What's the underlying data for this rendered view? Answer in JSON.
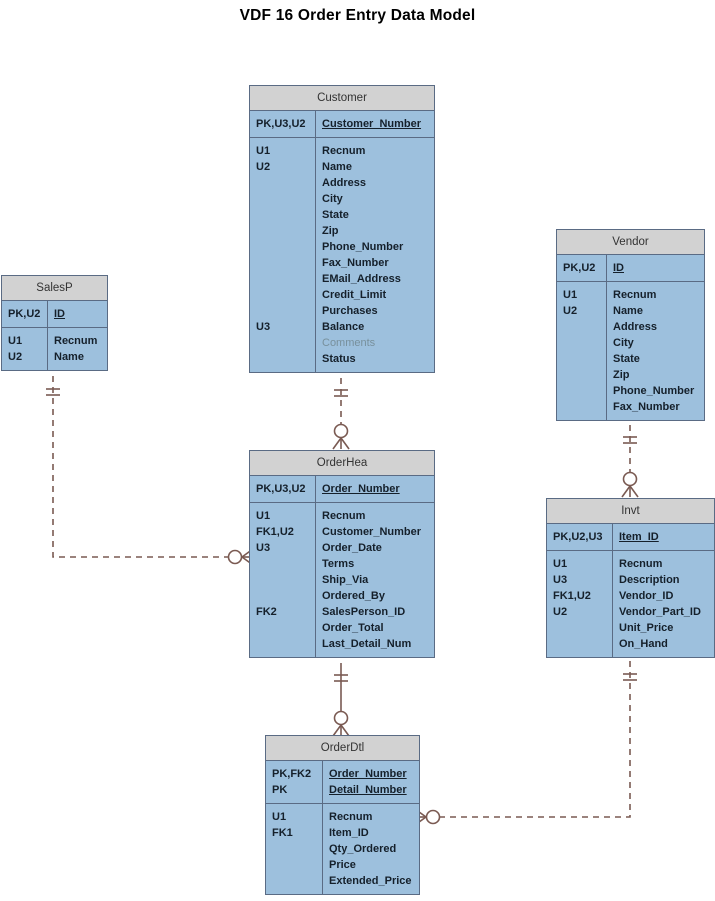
{
  "title": "VDF  16 Order Entry Data Model",
  "colors": {
    "entity_body": "#9dc0dd",
    "entity_header": "#d2d2d2",
    "entity_border": "#5a6b84",
    "connector": "#7a5a52",
    "text": "#15202b",
    "dim_text": "#78909c"
  },
  "entities": [
    {
      "id": "salesp",
      "name": "SalesP",
      "keys": [
        {
          "tag": "PK,U2",
          "attr": "ID"
        }
      ],
      "attributes": [
        {
          "tag": "U1",
          "attr": "Recnum"
        },
        {
          "tag": "U2",
          "attr": "Name"
        }
      ]
    },
    {
      "id": "customer",
      "name": "Customer",
      "keys": [
        {
          "tag": "PK,U3,U2",
          "attr": "Customer_Number"
        }
      ],
      "attributes": [
        {
          "tag": "U1",
          "attr": "Recnum"
        },
        {
          "tag": "U2",
          "attr": "Name"
        },
        {
          "tag": "",
          "attr": "Address"
        },
        {
          "tag": "",
          "attr": "City"
        },
        {
          "tag": "",
          "attr": "State"
        },
        {
          "tag": "",
          "attr": "Zip"
        },
        {
          "tag": "",
          "attr": "Phone_Number"
        },
        {
          "tag": "",
          "attr": "Fax_Number"
        },
        {
          "tag": "",
          "attr": "EMail_Address"
        },
        {
          "tag": "",
          "attr": "Credit_Limit"
        },
        {
          "tag": "",
          "attr": "Purchases"
        },
        {
          "tag": "U3",
          "attr": "Balance"
        },
        {
          "tag": "",
          "attr": "Comments",
          "dim": true
        },
        {
          "tag": "",
          "attr": "Status"
        }
      ]
    },
    {
      "id": "vendor",
      "name": "Vendor",
      "keys": [
        {
          "tag": "PK,U2",
          "attr": "ID"
        }
      ],
      "attributes": [
        {
          "tag": "U1",
          "attr": "Recnum"
        },
        {
          "tag": "U2",
          "attr": "Name"
        },
        {
          "tag": "",
          "attr": "Address"
        },
        {
          "tag": "",
          "attr": "City"
        },
        {
          "tag": "",
          "attr": "State"
        },
        {
          "tag": "",
          "attr": "Zip"
        },
        {
          "tag": "",
          "attr": "Phone_Number"
        },
        {
          "tag": "",
          "attr": "Fax_Number"
        }
      ]
    },
    {
      "id": "orderhea",
      "name": "OrderHea",
      "keys": [
        {
          "tag": "PK,U3,U2",
          "attr": "Order_Number"
        }
      ],
      "attributes": [
        {
          "tag": "U1",
          "attr": "Recnum"
        },
        {
          "tag": "FK1,U2",
          "attr": "Customer_Number"
        },
        {
          "tag": "U3",
          "attr": "Order_Date"
        },
        {
          "tag": "",
          "attr": "Terms"
        },
        {
          "tag": "",
          "attr": "Ship_Via"
        },
        {
          "tag": "",
          "attr": "Ordered_By"
        },
        {
          "tag": "FK2",
          "attr": "SalesPerson_ID"
        },
        {
          "tag": "",
          "attr": "Order_Total"
        },
        {
          "tag": "",
          "attr": "Last_Detail_Num"
        }
      ]
    },
    {
      "id": "invt",
      "name": "Invt",
      "keys": [
        {
          "tag": "PK,U2,U3",
          "attr": "Item_ID"
        }
      ],
      "attributes": [
        {
          "tag": "U1",
          "attr": "Recnum"
        },
        {
          "tag": "U3",
          "attr": "Description"
        },
        {
          "tag": "FK1,U2",
          "attr": "Vendor_ID"
        },
        {
          "tag": "U2",
          "attr": "Vendor_Part_ID"
        },
        {
          "tag": "",
          "attr": "Unit_Price"
        },
        {
          "tag": "",
          "attr": "On_Hand"
        }
      ]
    },
    {
      "id": "orderdtl",
      "name": "OrderDtl",
      "keys": [
        {
          "tag": "PK,FK2",
          "attr": "Order_Number"
        },
        {
          "tag": "PK",
          "attr": "Detail_Number"
        }
      ],
      "attributes": [
        {
          "tag": "U1",
          "attr": "Recnum"
        },
        {
          "tag": "FK1",
          "attr": "Item_ID"
        },
        {
          "tag": "",
          "attr": "Qty_Ordered"
        },
        {
          "tag": "",
          "attr": "Price"
        },
        {
          "tag": "",
          "attr": "Extended_Price"
        }
      ]
    }
  ],
  "relationships": [
    {
      "id": "customer-orderhea",
      "from": "Customer",
      "to": "OrderHea",
      "style": "dashed",
      "from_card": "one",
      "to_card": "zero-or-many"
    },
    {
      "id": "salesp-orderhea",
      "from": "SalesP",
      "to": "OrderHea",
      "style": "dashed",
      "from_card": "one",
      "to_card": "zero-or-many"
    },
    {
      "id": "vendor-invt",
      "from": "Vendor",
      "to": "Invt",
      "style": "dashed",
      "from_card": "one",
      "to_card": "zero-or-many"
    },
    {
      "id": "orderhea-orderdtl",
      "from": "OrderHea",
      "to": "OrderDtl",
      "style": "solid",
      "from_card": "one",
      "to_card": "zero-or-many"
    },
    {
      "id": "invt-orderdtl",
      "from": "Invt",
      "to": "OrderDtl",
      "style": "dashed",
      "from_card": "one",
      "to_card": "zero-or-many"
    }
  ]
}
